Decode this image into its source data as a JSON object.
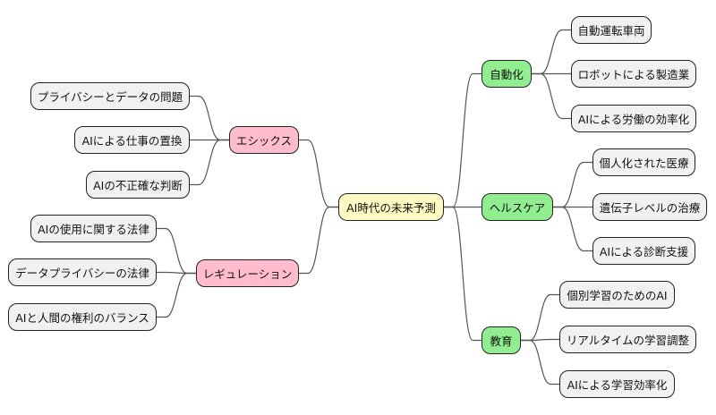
{
  "diagram": {
    "type": "mindmap",
    "colors": {
      "root": "#fff9c4",
      "left_branch": "#ffbccd",
      "right_branch": "#90ee90",
      "leaf": "#f1f1f1",
      "border": "#222222",
      "edge": "#555555"
    },
    "root": {
      "label": "AI時代の未来予測"
    },
    "left": [
      {
        "label": "エシックス",
        "children": [
          {
            "label": "プライバシーとデータの問題"
          },
          {
            "label": "AIによる仕事の置換"
          },
          {
            "label": "AIの不正確な判断"
          }
        ]
      },
      {
        "label": "レギュレーション",
        "children": [
          {
            "label": "AIの使用に関する法律"
          },
          {
            "label": "データプライバシーの法律"
          },
          {
            "label": "AIと人間の権利のバランス"
          }
        ]
      }
    ],
    "right": [
      {
        "label": "自動化",
        "children": [
          {
            "label": "自動運転車両"
          },
          {
            "label": "ロボットによる製造業"
          },
          {
            "label": "AIによる労働の効率化"
          }
        ]
      },
      {
        "label": "ヘルスケア",
        "children": [
          {
            "label": "個人化された医療"
          },
          {
            "label": "遺伝子レベルの治療"
          },
          {
            "label": "AIによる診断支援"
          }
        ]
      },
      {
        "label": "教育",
        "children": [
          {
            "label": "個別学習のためのAI"
          },
          {
            "label": "リアルタイムの学習調整"
          },
          {
            "label": "AIによる学習効率化"
          }
        ]
      }
    ]
  }
}
